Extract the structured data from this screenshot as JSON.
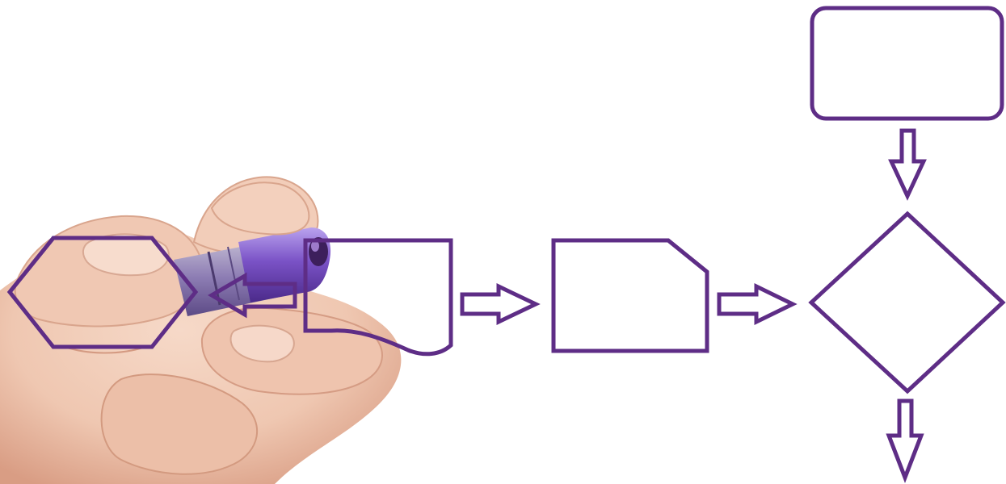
{
  "colors": {
    "stroke": "#5e2d86",
    "background": "#ffffff",
    "pen_barrel": "#6f45b8",
    "pen_cap": "#8d6ad6",
    "skin": "#efc7b1",
    "skin_shadow": "#d99d84"
  },
  "diagram": {
    "shapes": [
      {
        "name": "hexagon-shape",
        "kind": "preparation",
        "text": ""
      },
      {
        "name": "document-shape",
        "kind": "document",
        "text": ""
      },
      {
        "name": "card-shape",
        "kind": "punched-card",
        "text": ""
      },
      {
        "name": "rounded-rect-shape",
        "kind": "terminator",
        "text": ""
      },
      {
        "name": "diamond-shape",
        "kind": "decision",
        "text": ""
      }
    ],
    "connectors": [
      {
        "name": "arrow-document-to-hexagon",
        "from": "document-shape",
        "to": "hexagon-shape",
        "direction": "left"
      },
      {
        "name": "arrow-document-to-card",
        "from": "document-shape",
        "to": "card-shape",
        "direction": "right"
      },
      {
        "name": "arrow-card-to-diamond",
        "from": "card-shape",
        "to": "diamond-shape",
        "direction": "right"
      },
      {
        "name": "arrow-rect-to-diamond",
        "from": "rounded-rect-shape",
        "to": "diamond-shape",
        "direction": "down"
      },
      {
        "name": "arrow-diamond-out",
        "from": "diamond-shape",
        "to": "",
        "direction": "down"
      }
    ]
  },
  "photo": {
    "subject": "hand-holding-marker"
  }
}
